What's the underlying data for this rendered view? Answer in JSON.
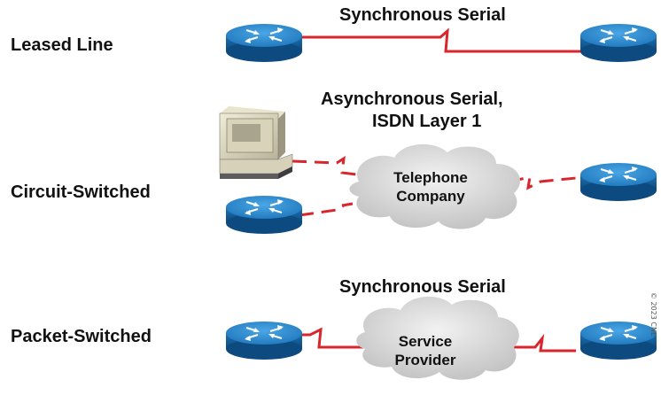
{
  "rows": [
    {
      "label": "Leased Line",
      "connection_title": "Synchronous Serial"
    },
    {
      "label": "Circuit-Switched",
      "connection_title_line1": "Asynchronous Serial,",
      "connection_title_line2": "ISDN Layer 1",
      "cloud_line1": "Telephone",
      "cloud_line2": "Company"
    },
    {
      "label": "Packet-Switched",
      "connection_title": "Synchronous Serial",
      "cloud_line1": "Service",
      "cloud_line2": "Provider"
    }
  ],
  "figure_id": "© 2023 CNE",
  "colors": {
    "link_red": "#d8262c",
    "router_blue": "#1a6fb0",
    "router_top": "#2a8ad0",
    "cloud_fill": "#dcdcdc"
  }
}
